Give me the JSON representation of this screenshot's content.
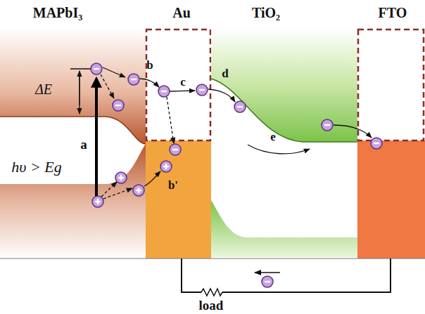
{
  "diagram": {
    "labels": [
      "MAPbI₃",
      "Au",
      "TiO₂",
      "FTO",
      "ΔE",
      "hυ > Eg",
      "a",
      "b",
      "c",
      "d",
      "e",
      "b'",
      "load"
    ]
  }
}
